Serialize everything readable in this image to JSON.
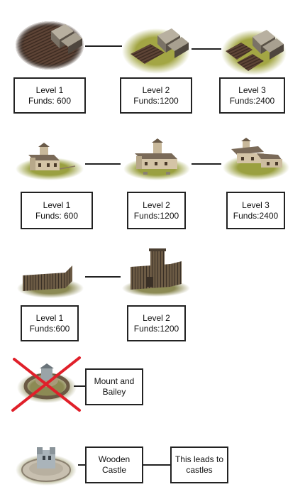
{
  "rows": {
    "farm": {
      "nodes": [
        {
          "line1": "Level 1",
          "line2": "Funds: 600"
        },
        {
          "line1": "Level 2",
          "line2": "Funds:1200"
        },
        {
          "line1": "Level 3",
          "line2": "Funds:2400"
        }
      ]
    },
    "manor": {
      "nodes": [
        {
          "line1": "Level 1",
          "line2": "Funds: 600"
        },
        {
          "line1": "Level 2",
          "line2": "Funds:1200"
        },
        {
          "line1": "Level 3",
          "line2": "Funds:2400"
        }
      ]
    },
    "stockade": {
      "nodes": [
        {
          "line1": "Level 1",
          "line2": "Funds:600"
        },
        {
          "line1": "Level 2",
          "line2": "Funds:1200"
        }
      ]
    },
    "motte": {
      "crossed_out": true,
      "label_line1": "Mount and",
      "label_line2": "Bailey"
    },
    "castle": {
      "label_line1": "Wooden",
      "label_line2": "Castle",
      "note_line1": "This leads to",
      "note_line2": "castles"
    }
  },
  "colors": {
    "cross": "#e0202a",
    "grass": "#9aa040",
    "soil": "#5a4030",
    "timber": "#6b5a44"
  }
}
